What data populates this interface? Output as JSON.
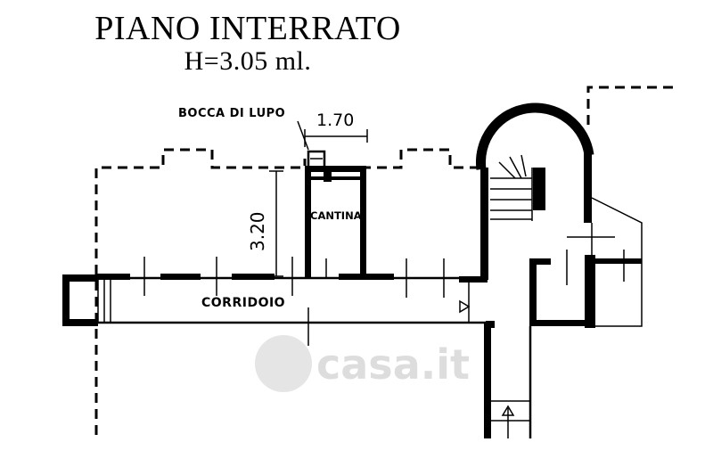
{
  "title": "PIANO INTERRATO",
  "subtitle": "H=3.05 ml.",
  "labels": {
    "bocca_di_lupo": "BOCCA DI LUPO",
    "cantina": "CANTINA",
    "corridoio": "CORRIDOIO"
  },
  "dimensions": {
    "width": "1.70",
    "height": "3.20"
  },
  "watermark": "casa.it"
}
